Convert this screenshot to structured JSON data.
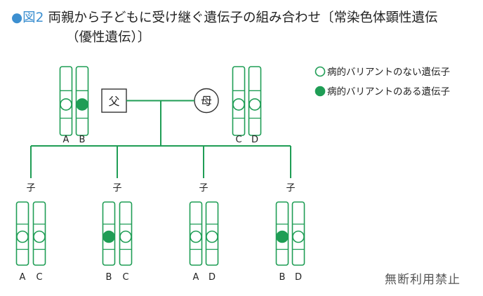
{
  "title": {
    "marker": "●",
    "figure_number": "図2",
    "line1": "両親から子どもに受け継ぐ遺伝子の組み合わせ〔常染色体顕性遺伝",
    "line2": "（優性遺伝）〕"
  },
  "legend": [
    {
      "text": "病的バリアントのない遺伝子",
      "filled": false
    },
    {
      "text": "病的バリアントのある遺伝子",
      "filled": true
    }
  ],
  "father": {
    "label": "父",
    "alleles": [
      "A",
      "B"
    ],
    "filled": [
      false,
      true
    ]
  },
  "mother": {
    "label": "母",
    "alleles": [
      "C",
      "D"
    ],
    "filled": [
      false,
      false
    ]
  },
  "children": [
    {
      "label": "子",
      "alleles": [
        "A",
        "C"
      ],
      "filled": [
        false,
        false
      ]
    },
    {
      "label": "子",
      "alleles": [
        "B",
        "C"
      ],
      "filled": [
        true,
        false
      ]
    },
    {
      "label": "子",
      "alleles": [
        "A",
        "D"
      ],
      "filled": [
        false,
        false
      ]
    },
    {
      "label": "子",
      "alleles": [
        "B",
        "D"
      ],
      "filled": [
        true,
        false
      ]
    }
  ],
  "colors": {
    "accent": "#1f9d55",
    "title_blue": "#3c8fd0",
    "text": "#222222"
  },
  "watermark": "無断利用禁止"
}
